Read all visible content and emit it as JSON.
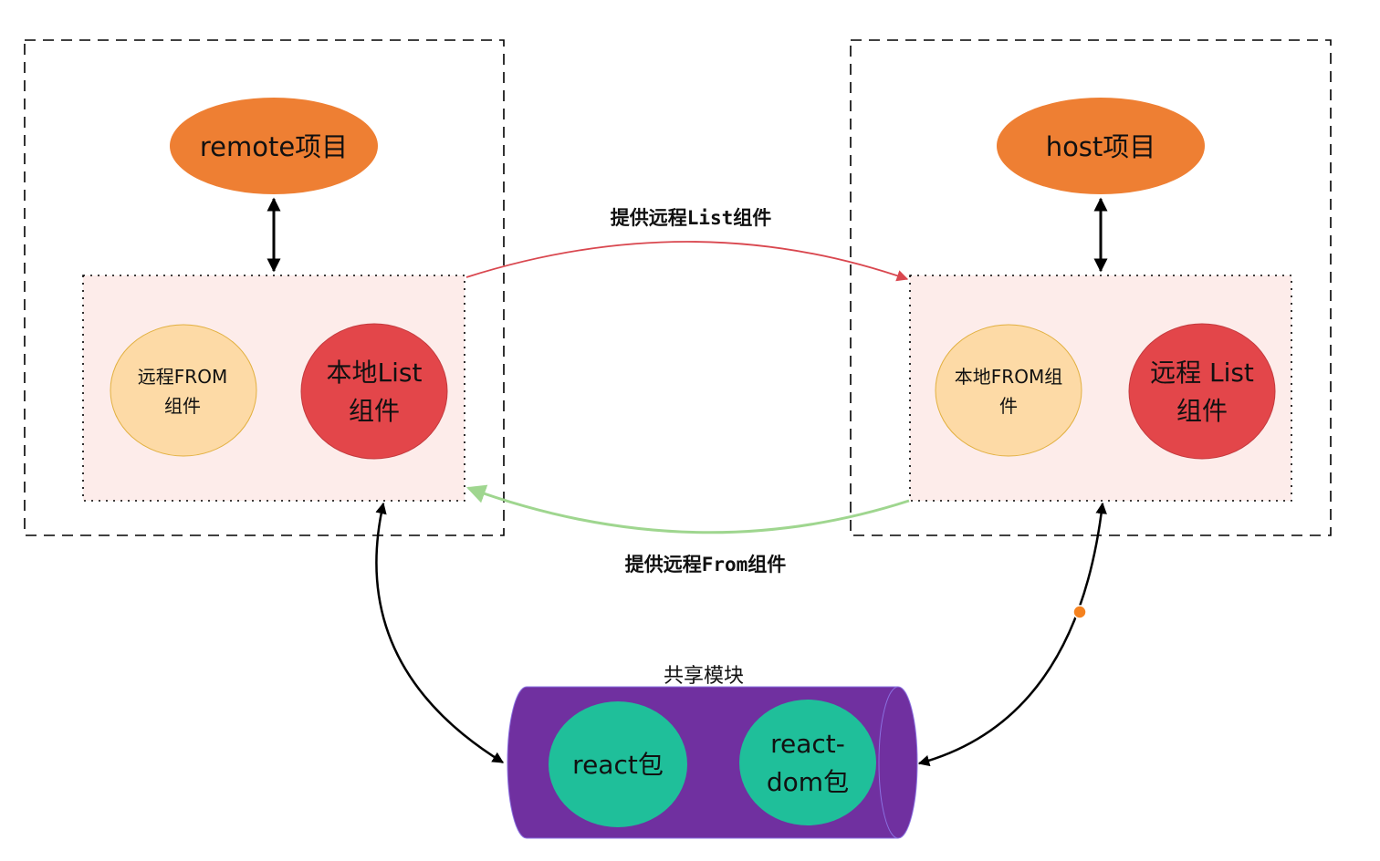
{
  "colors": {
    "project_ellipse": "#ee7f33",
    "panel_bg": "#fdecea",
    "light_circle": "#fddaa6",
    "light_circle_stroke": "#e2b040",
    "dark_circle": "#e3464a",
    "provide_list_arrow": "#d9474f",
    "provide_from_arrow": "#9fd68f",
    "cylinder": "#7030a0",
    "cylinder_edge": "#8a70e0",
    "package_circle": "#1fbf9a",
    "dot": "#f5821f"
  },
  "remote": {
    "project_label": "remote项目",
    "components": [
      {
        "lines": [
          "远程FROM",
          "组件"
        ]
      },
      {
        "lines": [
          "本地List",
          "组件"
        ]
      }
    ]
  },
  "host": {
    "project_label": "host项目",
    "components": [
      {
        "lines": [
          "本地FROM组",
          "件"
        ]
      },
      {
        "lines": [
          "远程 List",
          "组件"
        ]
      }
    ]
  },
  "connections": {
    "provide_list": "提供远程List组件",
    "provide_from": "提供远程From组件"
  },
  "shared": {
    "title": "共享模块",
    "packages": [
      {
        "lines": [
          "react包"
        ]
      },
      {
        "lines": [
          "react-",
          "dom包"
        ]
      }
    ]
  }
}
